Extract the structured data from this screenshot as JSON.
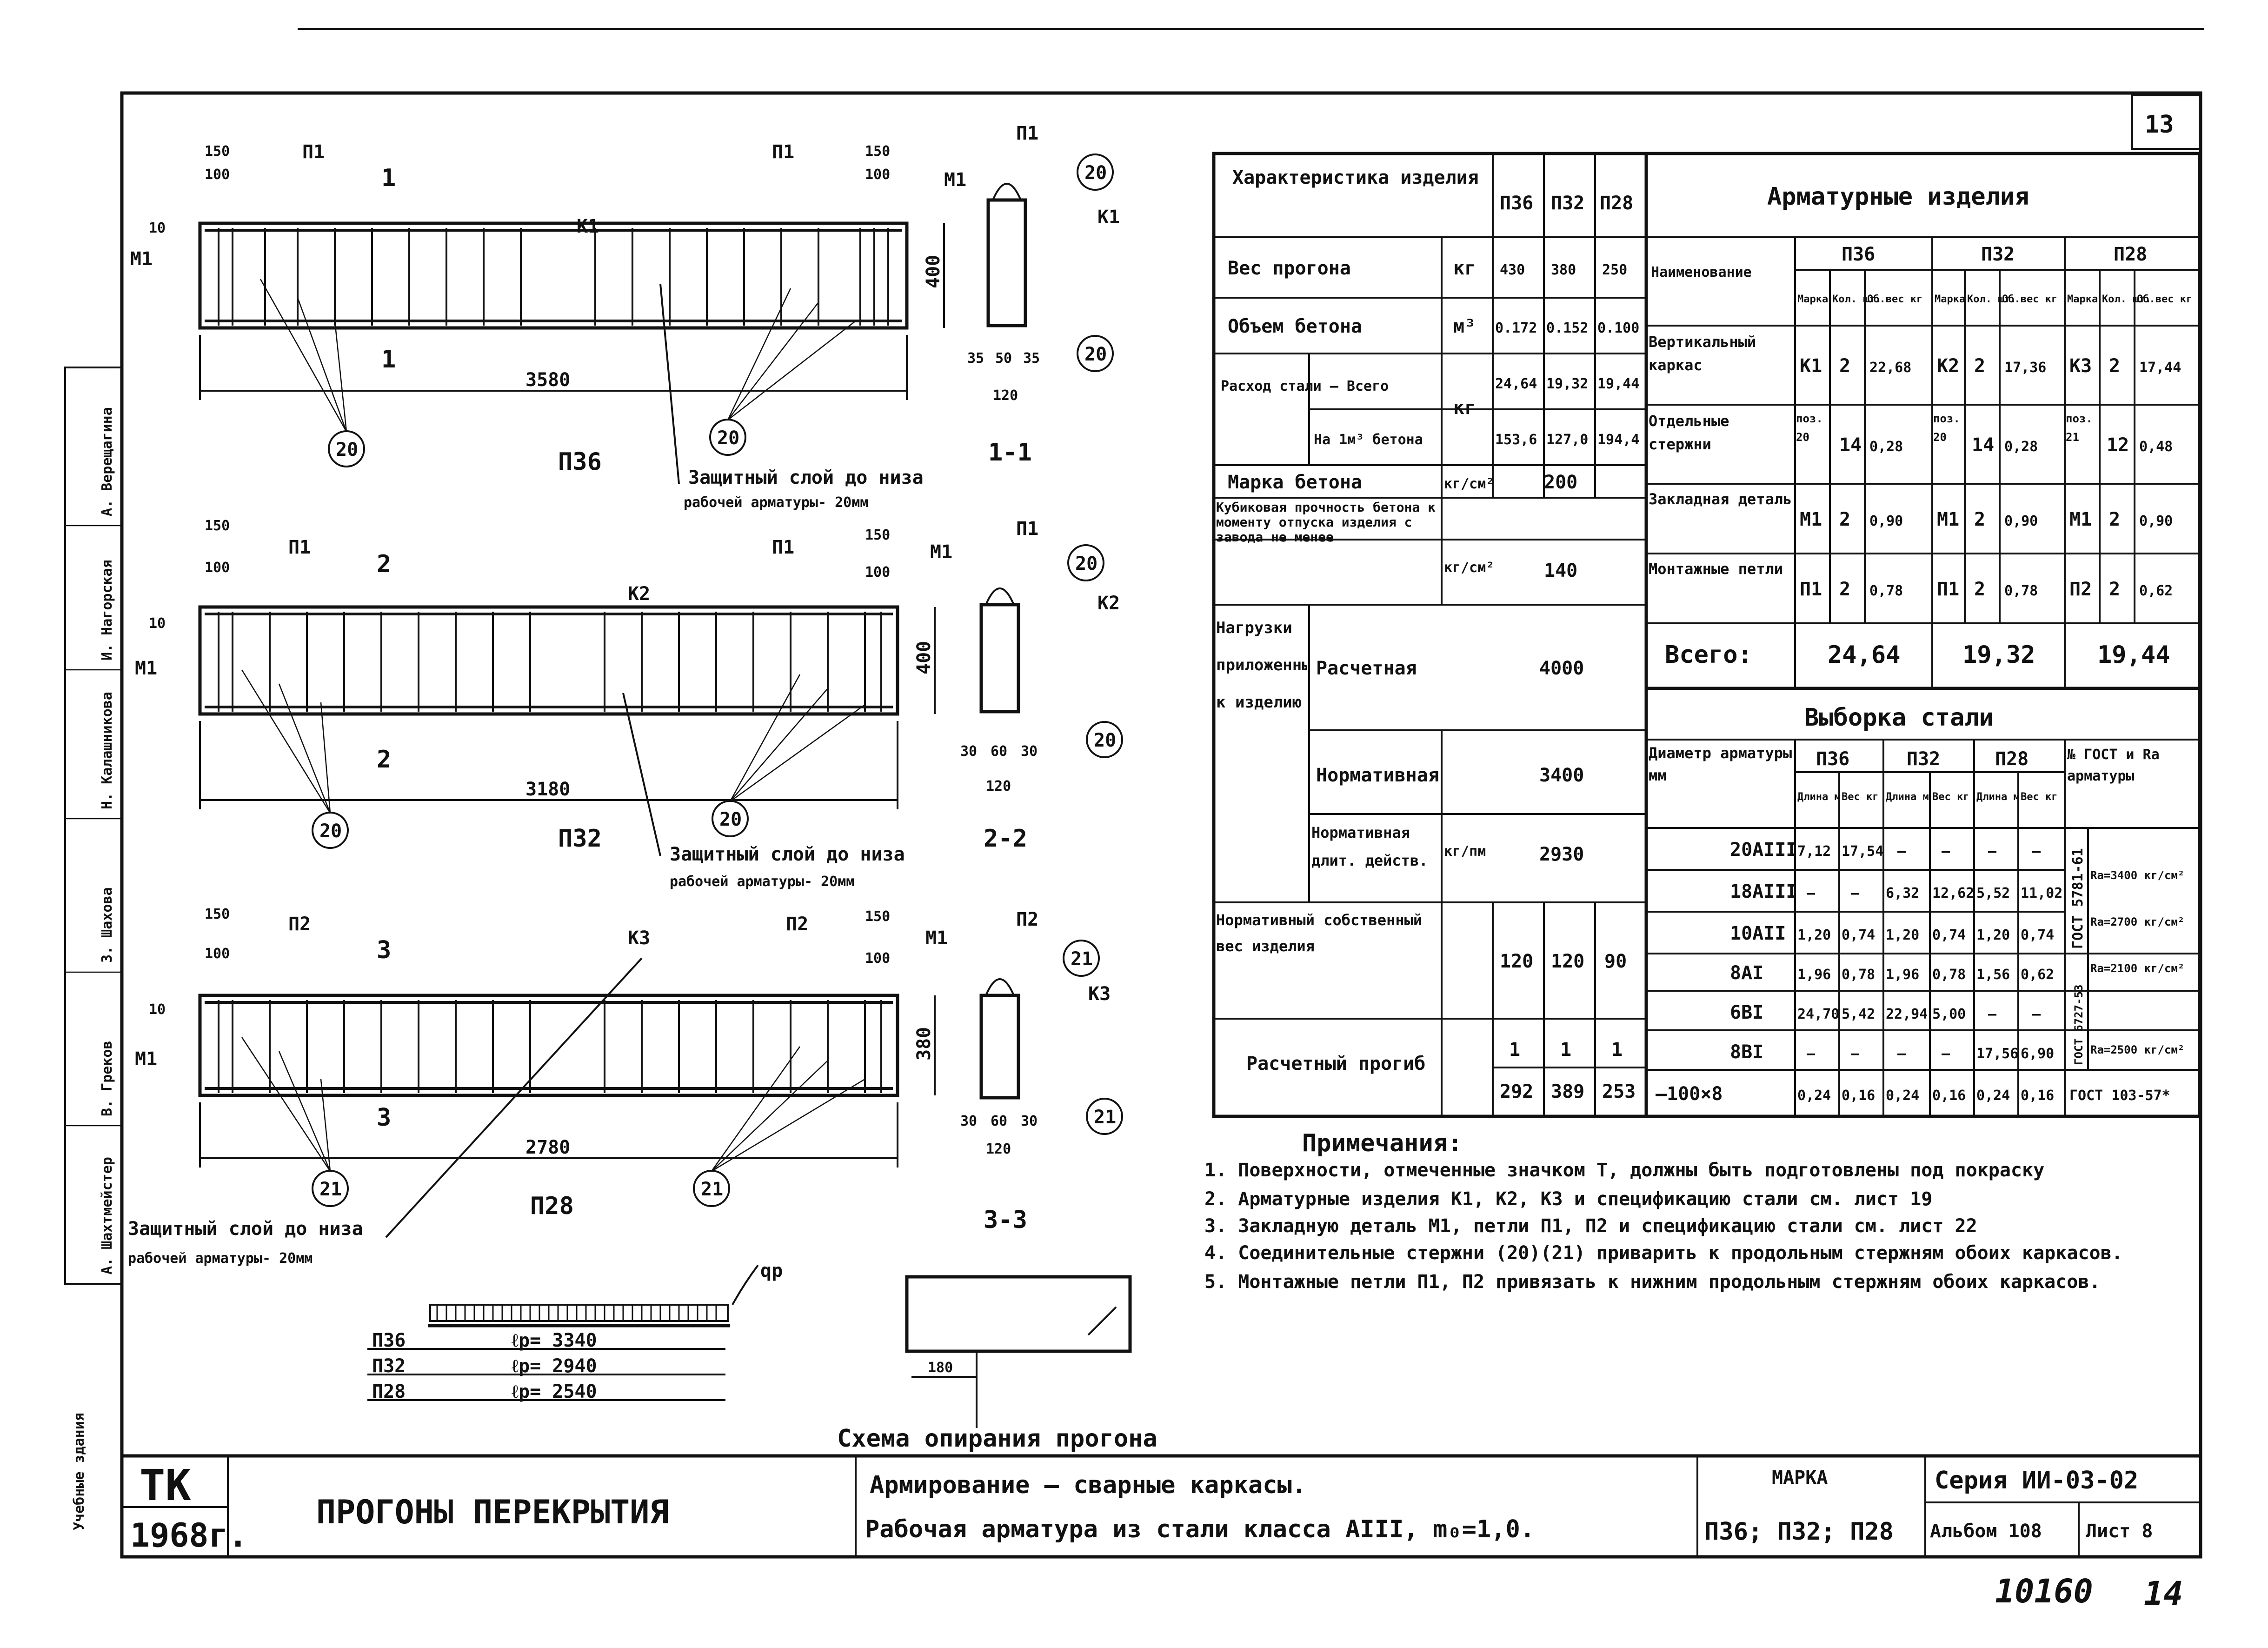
{
  "sheet": {
    "page_number": "13",
    "side_stamp": [
      "А. Шахтмейстер",
      "В. Греков",
      "З. Шахова",
      "Н. Калашникова",
      "И. Нагорская",
      "А. Верещагина"
    ],
    "side_label": "Учебные здания",
    "stamp_tk": "ТК",
    "stamp_year": "1968г.",
    "title_main": "ПРОГОНЫ ПЕРЕКРЫТИЯ",
    "title_sub1": "Армирование — сварные каркасы.",
    "title_sub2": "Рабочая арматура из стали класса АIII, m₀=1,0.",
    "marka_label": "МАРКА",
    "marka_value": "П36; П32; П28",
    "series": "Серия ИИ-03-02",
    "album": "Альбом 108",
    "list": "Лист 8",
    "archive_number": "10160",
    "archive_page": "14"
  },
  "drawings": {
    "beam1": {
      "name": "П36",
      "length": "3580",
      "height": "400",
      "frame": "К1",
      "loop": "П1",
      "embedded": "М1",
      "dim_150": "150",
      "dim_100": "100",
      "dim_10": "10",
      "rod": "20",
      "section_mark": "1",
      "cover_note_1": "Защитный слой до низа",
      "cover_note_2": "рабочей арматуры- 20мм"
    },
    "beam2": {
      "name": "П32",
      "length": "3180",
      "height": "400",
      "frame": "К2",
      "loop": "П1",
      "embedded": "М1",
      "dim_150": "150",
      "dim_100": "100",
      "dim_10": "10",
      "rod": "20",
      "section_mark": "2",
      "cover_note_1": "Защитный слой до низа",
      "cover_note_2": "рабочей арматуры- 20мм"
    },
    "beam3": {
      "name": "П28",
      "length": "2780",
      "height": "380",
      "frame": "К3",
      "loop": "П2",
      "embedded": "М1",
      "dim_150": "150",
      "dim_100": "100",
      "dim_10": "10",
      "rod": "21",
      "section_mark": "3",
      "cover_note_1": "Защитный слой до низа",
      "cover_note_2": "рабочей арматуры- 20мм"
    },
    "sections": [
      {
        "label": "1-1",
        "dims": [
          "35",
          "50",
          "35"
        ],
        "total": "120",
        "rod": "20",
        "frame": "К1",
        "loop": "П1"
      },
      {
        "label": "2-2",
        "dims": [
          "30",
          "60",
          "30"
        ],
        "total": "120",
        "rod": "20",
        "frame": "К2",
        "loop": "П1"
      },
      {
        "label": "3-3",
        "dims": [
          "30",
          "60",
          "30"
        ],
        "total": "120",
        "rod": "21",
        "frame": "К3",
        "loop": "П2"
      }
    ],
    "load_scheme": {
      "q_label": "qр",
      "rows": [
        {
          "name": "П36",
          "span": "ℓр= 3340"
        },
        {
          "name": "П32",
          "span": "ℓр= 2940"
        },
        {
          "name": "П28",
          "span": "ℓр= 2540"
        }
      ]
    },
    "support": {
      "dim": "180",
      "caption": "Схема опирания прогона"
    }
  },
  "table_char": {
    "header": "Характеристика изделия",
    "cols": [
      "П36",
      "П32",
      "П28"
    ],
    "rows": [
      {
        "label": "Вес прогона",
        "unit": "кг",
        "values": [
          "430",
          "380",
          "250"
        ]
      },
      {
        "label": "Объем бетона",
        "unit": "м³",
        "values": [
          "0.172",
          "0.152",
          "0.100"
        ]
      },
      {
        "label": "Расход стали — Всего",
        "unit": "кг",
        "values": [
          "24,64",
          "19,32",
          "19,44"
        ]
      },
      {
        "label": "На 1м³ бетона",
        "unit": "",
        "values": [
          "153,6",
          "127,0",
          "194,4"
        ]
      }
    ],
    "marka_beton": {
      "label": "Марка бетона",
      "unit": "кг/см²",
      "value": "200"
    },
    "kub_strength": {
      "label": "Кубиковая прочность бетона к моменту отпуска изделия с завода не менее",
      "unit": "кг/см²",
      "value": "140"
    },
    "loads_label": "Нагрузки приложенные к изделию",
    "load_calc": {
      "label": "Расчетная",
      "value": "4000"
    },
    "load_norm": {
      "label": "Нормативная",
      "value": "3400"
    },
    "load_norm_long": {
      "label": "Нормативная длит. действ.",
      "unit": "кг/пм",
      "value": "2930"
    },
    "own_weight": {
      "label": "Нормативный собственный вес изделия",
      "values": [
        "120",
        "120",
        "90"
      ]
    },
    "deflection": {
      "label": "Расчетный прогиб",
      "num": [
        "1",
        "1",
        "1"
      ],
      "den": [
        "292",
        "389",
        "253"
      ]
    }
  },
  "table_arm": {
    "header": "Арматурные изделия",
    "name_col": "Наименование",
    "groups": [
      "П36",
      "П32",
      "П28"
    ],
    "sub_cols": [
      "Марка",
      "Кол. шт.",
      "Об.вес кг"
    ],
    "rows": [
      {
        "label": "Вертикальный каркас",
        "cells": [
          "К1",
          "2",
          "22,68",
          "К2",
          "2",
          "17,36",
          "К3",
          "2",
          "17,44"
        ]
      },
      {
        "label": "Отдельные стержни",
        "cells": [
          "поз. 20",
          "14",
          "0,28",
          "поз. 20",
          "14",
          "0,28",
          "поз. 21",
          "12",
          "0,48"
        ]
      },
      {
        "label": "Закладная деталь",
        "cells": [
          "М1",
          "2",
          "0,90",
          "М1",
          "2",
          "0,90",
          "М1",
          "2",
          "0,90"
        ]
      },
      {
        "label": "Монтажные петли",
        "cells": [
          "П1",
          "2",
          "0,78",
          "П1",
          "2",
          "0,78",
          "П2",
          "2",
          "0,62"
        ]
      }
    ],
    "total_label": "Всего:",
    "totals": [
      "24,64",
      "19,32",
      "19,44"
    ]
  },
  "table_steel": {
    "header": "Выборка стали",
    "diam_label": "Диаметр арматуры мм",
    "groups": [
      "П36",
      "П32",
      "П28"
    ],
    "sub_cols": [
      "Длина м",
      "Вес кг"
    ],
    "gost_label": "№ ГОСТ и Rа арматуры",
    "rows": [
      {
        "d": "20АIII",
        "cells": [
          "7,12",
          "17,54",
          "—",
          "—",
          "—",
          "—"
        ]
      },
      {
        "d": "18АIII",
        "cells": [
          "—",
          "—",
          "6,32",
          "12,62",
          "5,52",
          "11,02"
        ]
      },
      {
        "d": "10АII",
        "cells": [
          "1,20",
          "0,74",
          "1,20",
          "0,74",
          "1,20",
          "0,74"
        ]
      },
      {
        "d": "8АI",
        "cells": [
          "1,96",
          "0,78",
          "1,96",
          "0,78",
          "1,56",
          "0,62"
        ]
      },
      {
        "d": "6ВI",
        "cells": [
          "24,70",
          "5,42",
          "22,94",
          "5,00",
          "—",
          "—"
        ]
      },
      {
        "d": "8ВI",
        "cells": [
          "—",
          "—",
          "—",
          "—",
          "17,56",
          "6,90"
        ]
      },
      {
        "d": "—100×8",
        "cells": [
          "0,24",
          "0,16",
          "0,24",
          "0,16",
          "0,24",
          "0,16"
        ]
      }
    ],
    "gost_1": "ГОСТ 5781-61",
    "gost_2": "ГОСТ 6727-53",
    "gost_3": "ГОСТ 103-57*",
    "ra": [
      "Rа=3400 кг/см²",
      "Rа=2700 кг/см²",
      "Rа=2100 кг/см²",
      "Rа=2500 кг/см²"
    ]
  },
  "notes": {
    "title": "Примечания:",
    "items": [
      "1. Поверхности, отмеченные значком Т, должны быть подготовлены под покраску",
      "2. Арматурные изделия К1, К2, К3 и спецификацию стали см. лист 19",
      "3. Закладную деталь М1, петли П1, П2 и спецификацию стали см. лист 22",
      "4. Соединительные стержни (20)(21) приварить к продольным стержням обоих каркасов.",
      "5. Монтажные петли П1, П2 привязать к нижним продольным стержням обоих каркасов."
    ]
  }
}
